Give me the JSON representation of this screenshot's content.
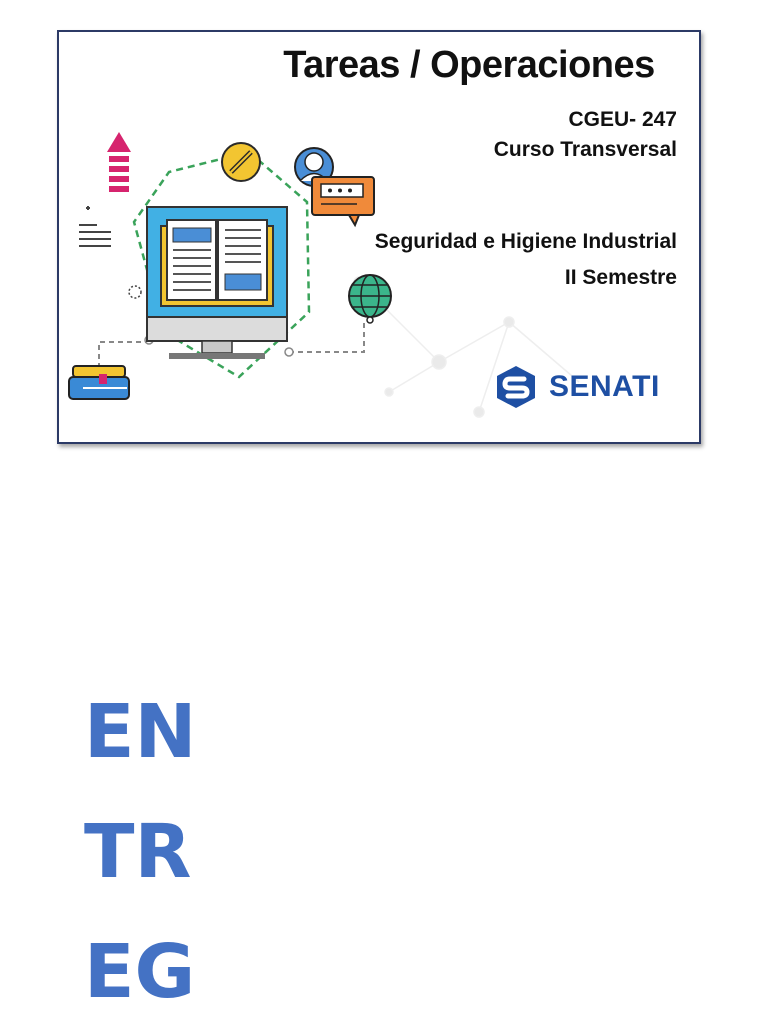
{
  "banner": {
    "title": "Tareas / Operaciones",
    "code": "CGEU- 247",
    "course_type": "Curso Transversal",
    "subject": "Seguridad e Higiene Industrial",
    "semester": "II Semestre",
    "brand": "SENATI",
    "brand_color": "#1e4fa3"
  },
  "words": [
    "EN",
    "TR",
    "EG"
  ],
  "word_color": "#4472c4",
  "icons": [
    "arrow-up-icon",
    "pencil-icon",
    "user-icon",
    "chat-bubble-icon",
    "text-lines-icon",
    "monitor-icon",
    "open-book-icon",
    "globe-icon",
    "books-stack-icon",
    "senati-logo-icon"
  ]
}
